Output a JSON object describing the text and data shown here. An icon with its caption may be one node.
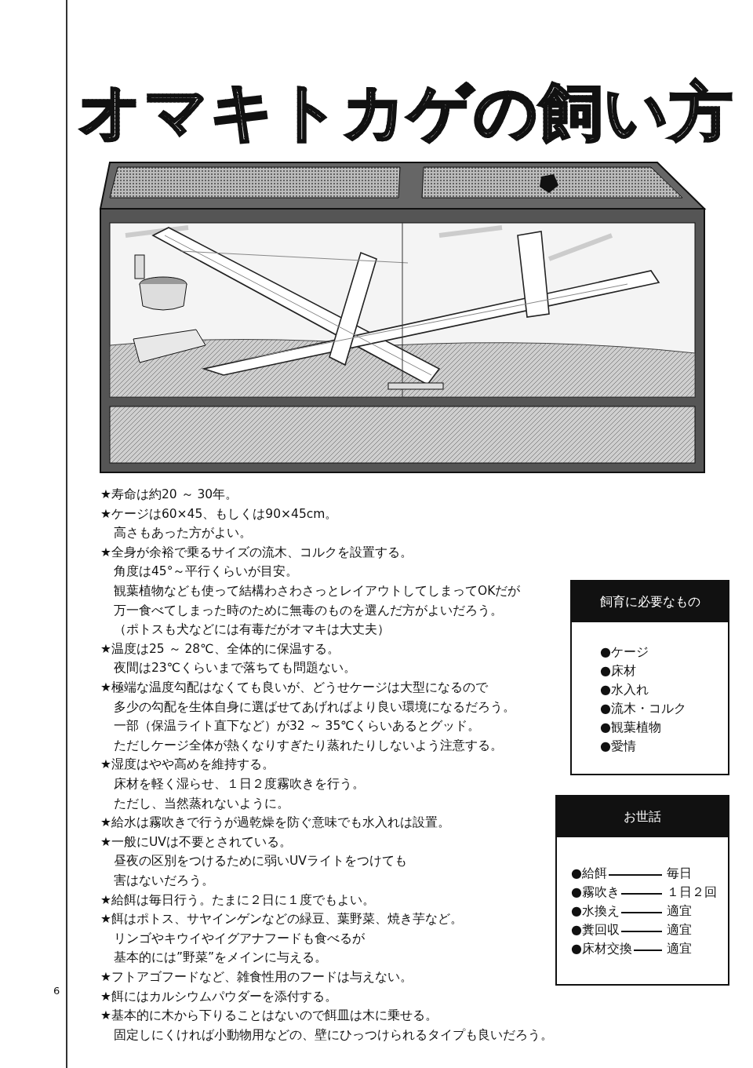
{
  "diagram": {
    "title": "オマキトカゲの飼い方",
    "nodes": [
      {
        "text": [
          "飼育に必要なもの",
          "●ケージ",
          "●床材",
          "●水入れ",
          "●流木・コルク",
          "●観葉植物",
          "●愛情"
        ]
      },
      {
        "text": [
          "お世話",
          "●給餌",
          "毎日",
          "●霧吹き",
          "１日２回",
          "●水換え",
          "適宜",
          "●糞回収",
          "適宜",
          "●床材交換",
          "適宜"
        ]
      }
    ],
    "edges": [],
    "labels": [
      "★寿命は約20 ～ 30年。",
      "★ケージは60×45、もしくは90×45cm。",
      "高さもあった方がよい。",
      "★全身が余裕で乗るサイズの流木、コルクを設置する。",
      "角度は45°～平行くらいが目安。",
      "観葉植物なども使って結構わさわさっとレイアウトしてしまってOKだが",
      "万一食べてしまった時のために無毒のものを選んだ方がよいだろう。",
      "（ポトスも犬などには有毒だがオマキは大丈夫）",
      "★温度は25 ～ 28℃、全体的に保温する。",
      "夜間は23℃くらいまで落ちても問題ない。",
      "★極端な温度勾配はなくても良いが、どうせケージは大型になるので",
      "多少の勾配を生体自身に選ばせてあげればより良い環境になるだろう。",
      "一部（保温ライト直下など）が32 ～ 35℃くらいあるとグッド。",
      "ただしケージ全体が熱くなりすぎたり蒸れたりしないよう注意する。",
      "★湿度はやや高めを維持する。",
      "床材を軽く湿らせ、１日２度霧吹きを行う。",
      "ただし、当然蒸れないように。",
      "★給水は霧吹きで行うが過乾燥を防ぐ意味でも水入れは設置。",
      "★一般にUVは不要とされている。",
      "昼夜の区別をつけるために弱いUVライトをつけても",
      "害はないだろう。",
      "★給餌は毎日行う。たまに２日に１度でもよい。",
      "★餌はポトス、サヤインゲンなどの緑豆、葉野菜、焼き芋など。",
      "リンゴやキウイやイグアナフードも食べるが",
      "基本的には”野菜”をメインに与える。",
      "★フトアゴフードなど、雑食性用のフードは与えない。",
      "★餌にはカルシウムパウダーを添付する。",
      "★基本的に木から下りることはないので餌皿は木に乗せる。",
      "固定しにくければ小動物用などの、壁にひっつけられるタイプも良いだろう。",
      "6"
    ]
  }
}
